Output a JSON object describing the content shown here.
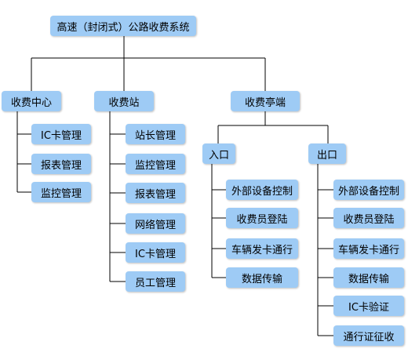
{
  "colors": {
    "box_fill": "#9ecbf5",
    "connector": "#000000",
    "background": "#ffffff"
  },
  "root": {
    "label": "高速（封闭式）公路收费系统"
  },
  "center": {
    "label": "收费中心",
    "children": [
      "IC卡管理",
      "报表管理",
      "监控管理"
    ]
  },
  "station": {
    "label": "收费站",
    "children": [
      "站长管理",
      "监控管理",
      "报表管理",
      "网络管理",
      "IC卡管理",
      "员工管理"
    ]
  },
  "booth": {
    "label": "收费亭端",
    "entry": {
      "label": "入口",
      "children": [
        "外部设备控制",
        "收费员登陆",
        "车辆发卡通行",
        "数据传输"
      ]
    },
    "exit": {
      "label": "出口",
      "children": [
        "外部设备控制",
        "收费员登陆",
        "车辆发卡通行",
        "数据传输",
        "IC卡验证",
        "通行证征收"
      ]
    }
  }
}
